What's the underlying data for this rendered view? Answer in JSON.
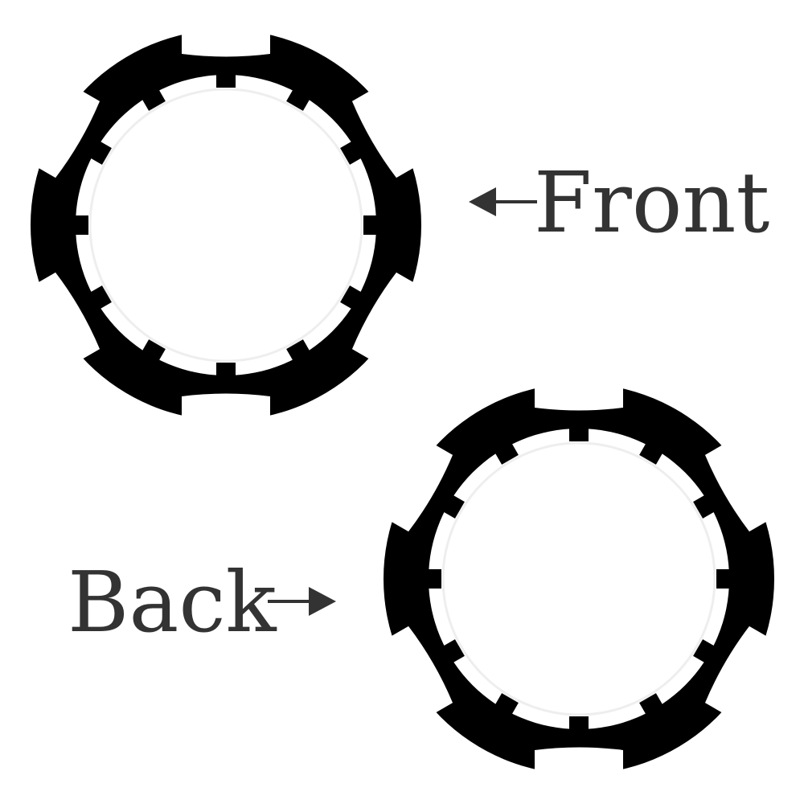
{
  "labels": {
    "front": "Front",
    "back": "Back"
  },
  "colors": {
    "chip": "#000000",
    "text": "#333333",
    "inner_outline": "#eeeeee"
  },
  "chips": [
    {
      "name": "front-chip",
      "tabs": 6,
      "notches": 12
    },
    {
      "name": "back-chip",
      "tabs": 6,
      "notches": 12
    }
  ]
}
